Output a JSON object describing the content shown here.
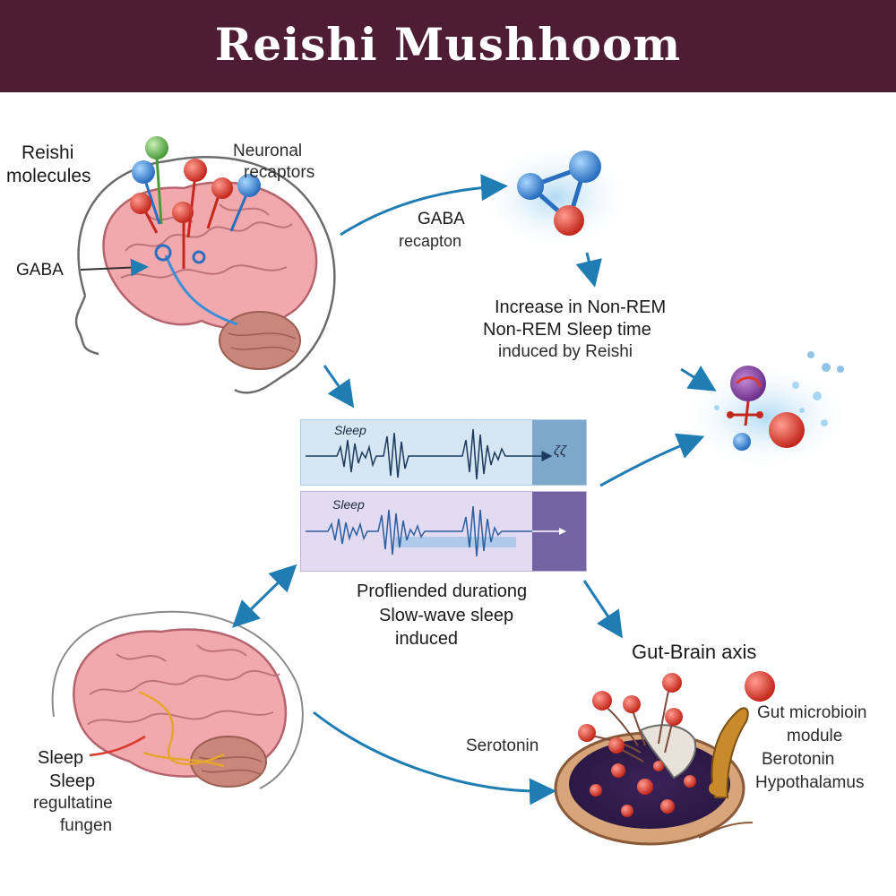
{
  "title": "Reishi Mushhoom",
  "labels": {
    "reishi_molecules_1": "Reishi",
    "reishi_molecules_2": "molecules",
    "neuronal_1": "Neuronal",
    "neuronal_2": "recaptors",
    "gaba_left": "GABA",
    "gaba_recaptor_1": "GABA",
    "gaba_recaptor_2": "recapton",
    "nonrem_1": "Increase in Non-REM",
    "nonrem_2": "Non-REM Sleep time",
    "nonrem_3": "induced by Reishi",
    "slow_wave_1": "Profliended durationg",
    "slow_wave_2": "Slow-wave sleep",
    "slow_wave_3": "induced",
    "gut_brain": "Gut-Brain axis",
    "gut_1": "Gut microbioin",
    "gut_2": "module",
    "gut_3": "Berotonin",
    "gut_4": "Hypothalamus",
    "serotonin": "Serotonin",
    "sleep_1": "Sleep",
    "sleep_2": "Sleep",
    "sleep_3": "regultatine",
    "sleep_4": "fungen"
  },
  "eeg_panels": [
    {
      "label": "Sleep",
      "end_text": "ζζ"
    },
    {
      "label": "Sleep"
    }
  ],
  "colors": {
    "header": "#4e1c33",
    "arrow": "#1f7db4",
    "brain": "#f2a9ae",
    "molecule_red": "#d93a2d",
    "molecule_blue": "#3c8fd6",
    "molecule_green": "#6fbf5a",
    "eeg_top_bg": "#d7e6f3",
    "eeg_bottom_bg": "#e3dbf1"
  }
}
